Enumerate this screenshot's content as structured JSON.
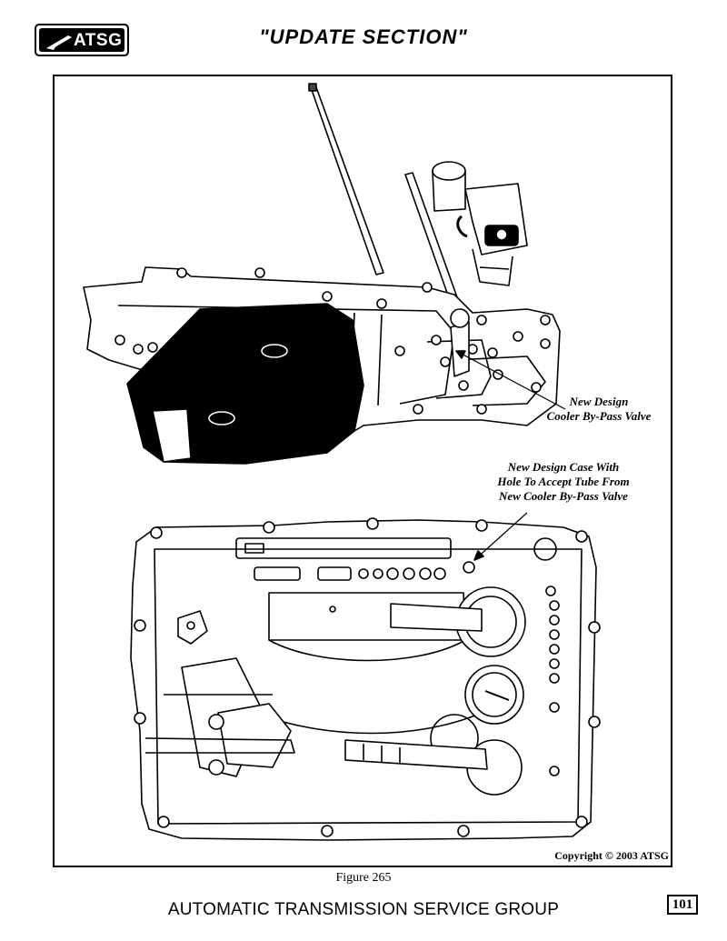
{
  "header": {
    "logo_text": "ATSG",
    "title": "\"UPDATE SECTION\""
  },
  "figure": {
    "callout_valve": [
      "New Design",
      "Cooler By-Pass Valve"
    ],
    "callout_case": [
      "New Design Case With",
      "Hole To Accept Tube From",
      "New Cooler By-Pass Valve"
    ],
    "copyright": "Copyright © 2003 ATSG",
    "caption": "Figure 265"
  },
  "footer": {
    "organization": "AUTOMATIC TRANSMISSION SERVICE GROUP",
    "page_number": "101"
  }
}
